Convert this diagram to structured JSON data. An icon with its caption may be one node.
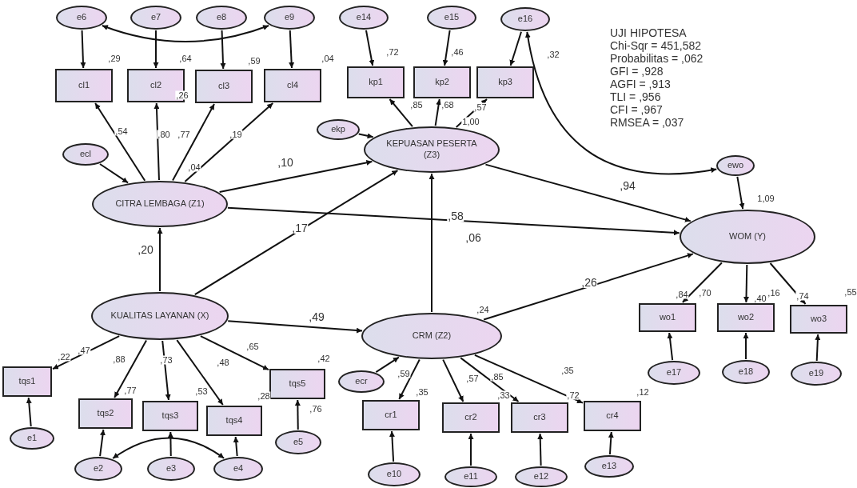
{
  "diagram": {
    "nodes": [
      {
        "text": [
          "e6"
        ]
      },
      {
        "text": [
          "e7"
        ]
      },
      {
        "text": [
          "e8"
        ]
      },
      {
        "text": [
          "e9"
        ]
      },
      {
        "text": [
          "cl1"
        ]
      },
      {
        "text": [
          "cl2"
        ]
      },
      {
        "text": [
          "cl3"
        ]
      },
      {
        "text": [
          "cl4"
        ]
      },
      {
        "text": [
          "e14"
        ]
      },
      {
        "text": [
          "e15"
        ]
      },
      {
        "text": [
          "e16"
        ]
      },
      {
        "text": [
          "kp1"
        ]
      },
      {
        "text": [
          "kp2"
        ]
      },
      {
        "text": [
          "kp3"
        ]
      },
      {
        "text": [
          "ecl"
        ]
      },
      {
        "text": [
          "ekp"
        ]
      },
      {
        "text": [
          "CITRA LEMBAGA (Z1)"
        ]
      },
      {
        "text": [
          "KEPUASAN PESERTA (Z3)"
        ]
      },
      {
        "text": [
          "ewo"
        ]
      },
      {
        "text": [
          "WOM (Y)"
        ]
      },
      {
        "text": [
          "KUALITAS LAYANAN (X)"
        ]
      },
      {
        "text": [
          "CRM (Z2)"
        ]
      },
      {
        "text": [
          "tqs1"
        ]
      },
      {
        "text": [
          "tqs2"
        ]
      },
      {
        "text": [
          "tqs3"
        ]
      },
      {
        "text": [
          "tqs4"
        ]
      },
      {
        "text": [
          "tqs5"
        ]
      },
      {
        "text": [
          "e1"
        ]
      },
      {
        "text": [
          "e2"
        ]
      },
      {
        "text": [
          "e3"
        ]
      },
      {
        "text": [
          "e4"
        ]
      },
      {
        "text": [
          "e5"
        ]
      },
      {
        "text": [
          "ecr"
        ]
      },
      {
        "text": [
          "cr1"
        ]
      },
      {
        "text": [
          "cr2"
        ]
      },
      {
        "text": [
          "cr3"
        ]
      },
      {
        "text": [
          "cr4"
        ]
      },
      {
        "text": [
          "e10"
        ]
      },
      {
        "text": [
          "e11"
        ]
      },
      {
        "text": [
          "e12"
        ]
      },
      {
        "text": [
          "e13"
        ]
      },
      {
        "text": [
          "wo1"
        ]
      },
      {
        "text": [
          "wo2"
        ]
      },
      {
        "text": [
          "wo3"
        ]
      },
      {
        "text": [
          "e17"
        ]
      },
      {
        "text": [
          "e18"
        ]
      },
      {
        "text": [
          "e19"
        ]
      }
    ],
    "edges": [
      {
        "from": 0,
        "to": 4,
        "arrow": "to"
      },
      {
        "from": 1,
        "to": 5,
        "arrow": "to"
      },
      {
        "from": 2,
        "to": 6,
        "arrow": "to"
      },
      {
        "from": 3,
        "to": 7,
        "arrow": "to"
      },
      {
        "from": 0,
        "to": 3,
        "arrow": "both"
      },
      {
        "from": 8,
        "to": 11,
        "arrow": "to"
      },
      {
        "from": 9,
        "to": 12,
        "arrow": "to"
      },
      {
        "from": 10,
        "to": 13,
        "arrow": "to"
      },
      {
        "from": 14,
        "to": 16,
        "arrow": "to"
      },
      {
        "from": 15,
        "to": 17,
        "arrow": "to"
      },
      {
        "from": 16,
        "to": 4,
        "arrow": "to",
        "label": ",54"
      },
      {
        "from": 16,
        "to": 5,
        "arrow": "to",
        "label": ",80"
      },
      {
        "from": 16,
        "to": 6,
        "arrow": "to",
        "label": ",77"
      },
      {
        "from": 16,
        "to": 7,
        "arrow": "to",
        "label": ",19"
      },
      {
        "from": 17,
        "to": 11,
        "arrow": "to",
        "label": ",85"
      },
      {
        "from": 17,
        "to": 12,
        "arrow": "to",
        "label": ",68"
      },
      {
        "from": 17,
        "to": 13,
        "arrow": "to",
        "label": ",57"
      },
      {
        "from": 16,
        "to": 17,
        "arrow": "to",
        "label": ",10"
      },
      {
        "from": 16,
        "to": 19,
        "arrow": "to",
        "label": ",06"
      },
      {
        "from": 20,
        "to": 16,
        "arrow": "to",
        "label": ",20"
      },
      {
        "from": 20,
        "to": 17,
        "arrow": "to",
        "label": ",17"
      },
      {
        "from": 20,
        "to": 21,
        "arrow": "to",
        "label": ",49"
      },
      {
        "from": 21,
        "to": 17,
        "arrow": "to",
        "label": ",58"
      },
      {
        "from": 17,
        "to": 19,
        "arrow": "to",
        "label": ",94"
      },
      {
        "from": 21,
        "to": 19,
        "arrow": "to",
        "label": ",26"
      },
      {
        "from": 10,
        "to": 18,
        "arrow": "both"
      },
      {
        "from": 18,
        "to": 19,
        "arrow": "to"
      },
      {
        "from": 19,
        "to": 41,
        "arrow": "to",
        "label": ",84"
      },
      {
        "from": 19,
        "to": 42,
        "arrow": "to",
        "label": ",40"
      },
      {
        "from": 19,
        "to": 43,
        "arrow": "to",
        "label": ",74"
      },
      {
        "from": 44,
        "to": 41,
        "arrow": "to"
      },
      {
        "from": 45,
        "to": 42,
        "arrow": "to"
      },
      {
        "from": 46,
        "to": 43,
        "arrow": "to"
      },
      {
        "from": 20,
        "to": 22,
        "arrow": "to",
        "label": ",47"
      },
      {
        "from": 20,
        "to": 23,
        "arrow": "to",
        "label": ",88"
      },
      {
        "from": 20,
        "to": 24,
        "arrow": "to",
        "label": ",73"
      },
      {
        "from": 20,
        "to": 25,
        "arrow": "to",
        "label": ",48"
      },
      {
        "from": 20,
        "to": 26,
        "arrow": "to",
        "label": ",65"
      },
      {
        "from": 27,
        "to": 22,
        "arrow": "to"
      },
      {
        "from": 28,
        "to": 23,
        "arrow": "to"
      },
      {
        "from": 29,
        "to": 24,
        "arrow": "to"
      },
      {
        "from": 30,
        "to": 25,
        "arrow": "to"
      },
      {
        "from": 31,
        "to": 26,
        "arrow": "to"
      },
      {
        "from": 28,
        "to": 30,
        "arrow": "both"
      },
      {
        "from": 32,
        "to": 21,
        "arrow": "to"
      },
      {
        "from": 21,
        "to": 33,
        "arrow": "to",
        "label": ",59"
      },
      {
        "from": 21,
        "to": 34,
        "arrow": "to",
        "label": ",57"
      },
      {
        "from": 21,
        "to": 35,
        "arrow": "to",
        "label": ",85"
      },
      {
        "from": 21,
        "to": 36,
        "arrow": "to",
        "label": ",35"
      },
      {
        "from": 37,
        "to": 33,
        "arrow": "to"
      },
      {
        "from": 38,
        "to": 34,
        "arrow": "to"
      },
      {
        "from": 39,
        "to": 35,
        "arrow": "to"
      },
      {
        "from": 40,
        "to": 36,
        "arrow": "to"
      }
    ],
    "labels": [
      "UJI HIPOTESA",
      "Chi-Sqr = 451,582",
      "Probabilitas = ,062",
      "GFI = ,928",
      "AGFI = ,913",
      "TLI = ,956",
      "CFI = ,967",
      "RMSEA = ,037",
      ",29",
      ",64",
      ",59",
      ",04",
      ",26",
      ",04",
      ",72",
      ",46",
      ",32",
      "1,00",
      "1,09",
      ",70",
      ",16",
      ",55",
      ",22",
      ",77",
      ",53",
      ",28",
      ",42",
      ",76",
      ",24",
      ",35",
      ",33",
      ",72",
      ",12"
    ]
  }
}
